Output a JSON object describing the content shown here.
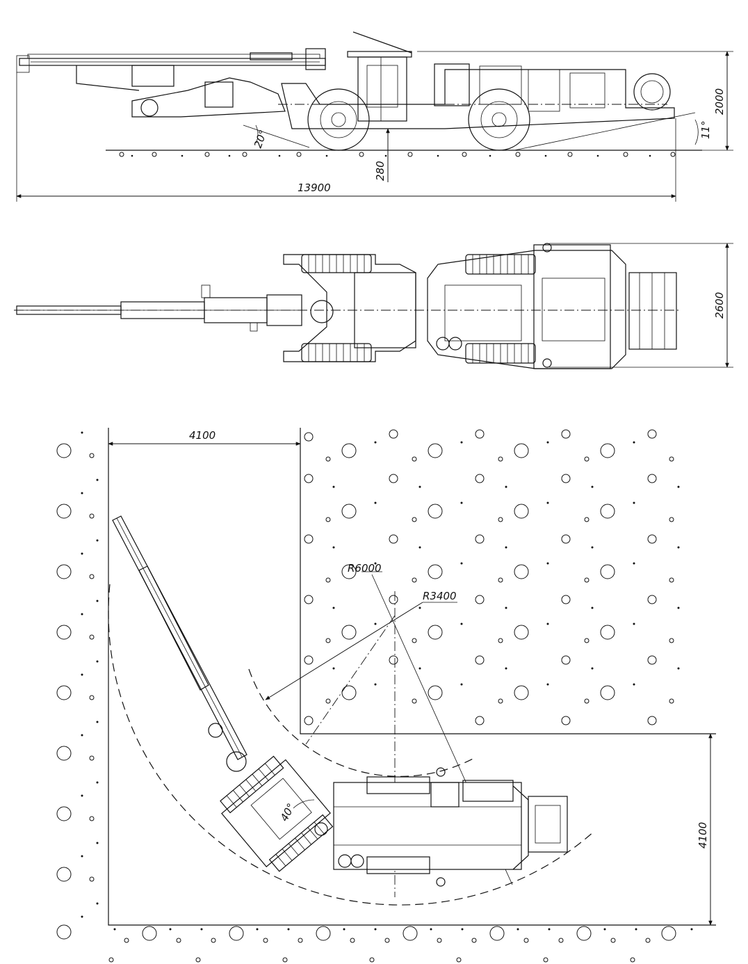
{
  "drawing": {
    "side_view": {
      "overall_length": "13900",
      "height": "2000",
      "ground_clearance": "280",
      "approach_angle": "20°",
      "departure_angle": "11°"
    },
    "top_view": {
      "width": "2600"
    },
    "turning_view": {
      "drift_width_top": "4100",
      "drift_width_right": "4100",
      "outer_radius": "R6000",
      "inner_radius": "R3400",
      "articulation_angle": "40°"
    }
  }
}
